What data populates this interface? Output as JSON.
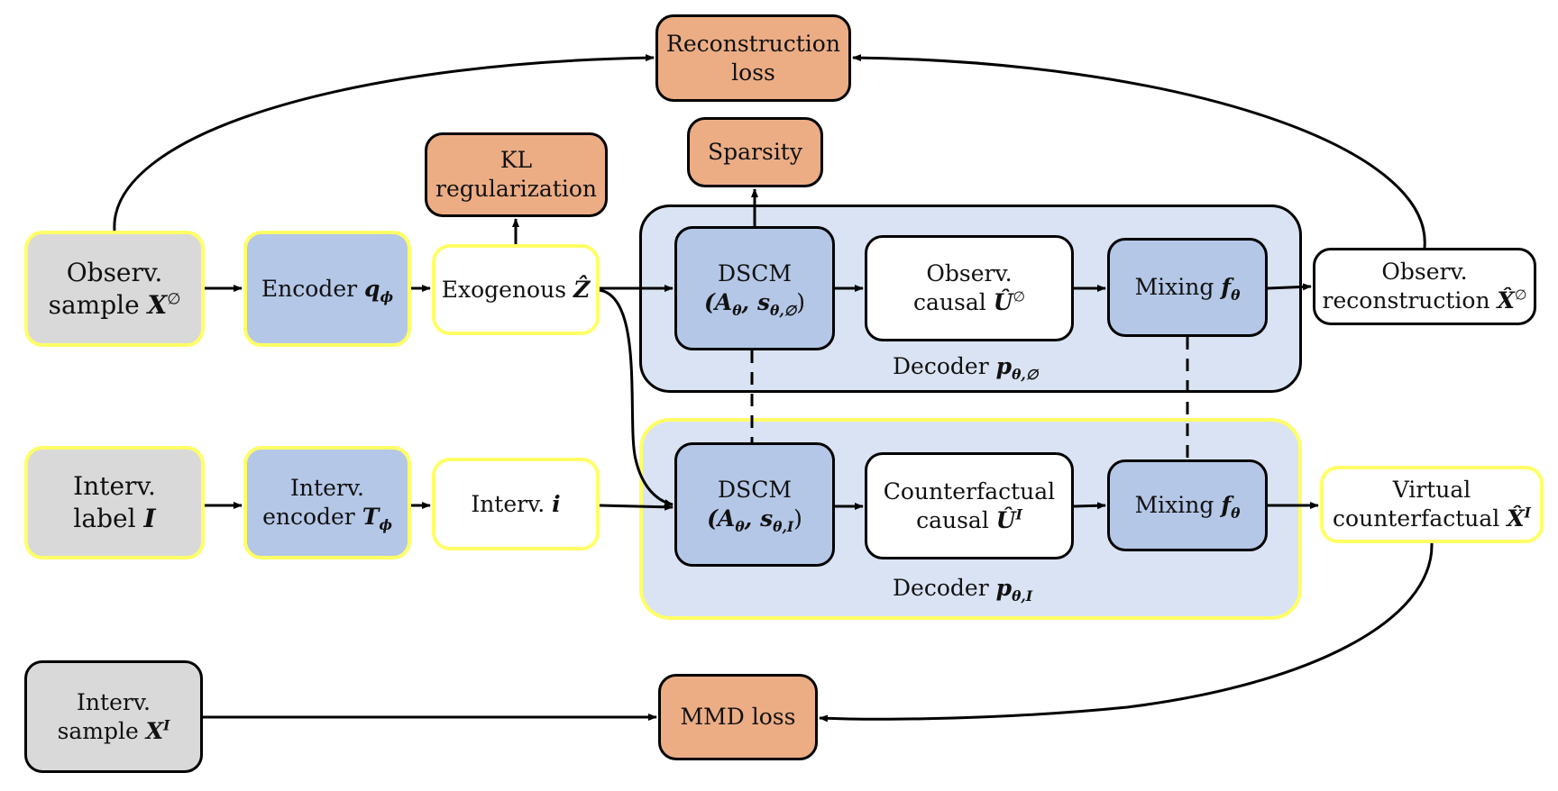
{
  "nodes": {
    "recon_loss": {
      "line1": "Reconstruction",
      "line2": "loss"
    },
    "kl": {
      "line1": "KL",
      "line2": "regularization"
    },
    "sparsity": {
      "line1": "Sparsity"
    },
    "obs_sample": {
      "line1": "Observ.",
      "line2": "sample"
    },
    "encoder": {
      "text": "Encoder"
    },
    "exogenous": {
      "text": "Exogenous"
    },
    "dscm_obs": {
      "line1": "DSCM"
    },
    "obs_causal": {
      "line1": "Observ.",
      "line2": "causal"
    },
    "mixing_obs": {
      "text": "Mixing"
    },
    "obs_recon": {
      "line1": "Observ.",
      "line2": "reconstruction"
    },
    "int_label": {
      "line1": "Interv.",
      "line2": "label"
    },
    "int_encoder": {
      "line1": "Interv.",
      "line2": "encoder"
    },
    "int_i": {
      "text": "Interv."
    },
    "dscm_int": {
      "line1": "DSCM"
    },
    "cf_causal": {
      "line1": "Counterfactual",
      "line2": "causal"
    },
    "mixing_int": {
      "text": "Mixing"
    },
    "virtual_cf": {
      "line1": "Virtual",
      "line2": "counterfactual"
    },
    "int_sample": {
      "line1": "Interv.",
      "line2": "sample"
    },
    "mmd": {
      "text": "MMD loss"
    }
  },
  "regions": {
    "decoder_obs": {
      "label": "Decoder"
    },
    "decoder_int": {
      "label": "Decoder"
    }
  },
  "math": {
    "x_empty": "X",
    "empty_set": "∅",
    "q_phi": "q",
    "phi": "ϕ",
    "z_hat": "Ẑ",
    "A_theta_obs": "(A",
    "theta": "θ",
    "s_theta_obs": ", s",
    "sub_theta_empty": "θ,∅",
    "close_paren": ")",
    "u_hat": "Û",
    "f_theta": "f",
    "x_hat": "X̂",
    "label_I": "I",
    "T_phi": "T",
    "i_var": "i",
    "sub_theta_I": "θ,I",
    "p_theta": "p",
    "x_I": "X"
  },
  "colors": {
    "gray_fill": "#d9d9d9",
    "blue_fill": "#b4c7e7",
    "orange_fill": "#ecad85",
    "region_fill": "#dae3f3",
    "yellow_border": "#ffff66",
    "black_border": "#000000"
  }
}
